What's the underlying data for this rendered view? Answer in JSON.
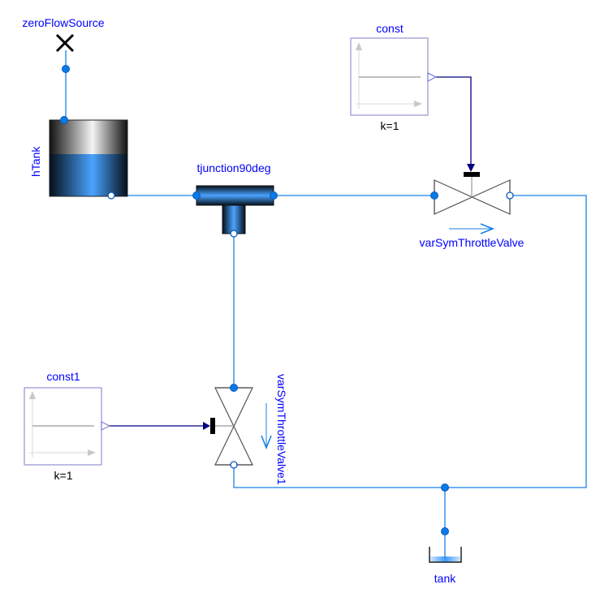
{
  "diagram": {
    "title": "Modelica fluid system diagram",
    "components": {
      "zeroFlowSource": {
        "label": "zeroFlowSource"
      },
      "hTank": {
        "label": "hTank"
      },
      "tjunction": {
        "label": "tjunction90deg"
      },
      "const": {
        "label": "const",
        "param": "k=1"
      },
      "valve": {
        "label": "varSymThrottleValve"
      },
      "const1": {
        "label": "const1",
        "param": "k=1"
      },
      "valve1": {
        "label": "varSymThrottleValve1"
      },
      "tank": {
        "label": "tank"
      }
    },
    "colors": {
      "fluid_line": "#1a82e6",
      "signal_line": "#00007f",
      "label": "#0000ff",
      "port_fill": "#0a7ae6"
    }
  }
}
